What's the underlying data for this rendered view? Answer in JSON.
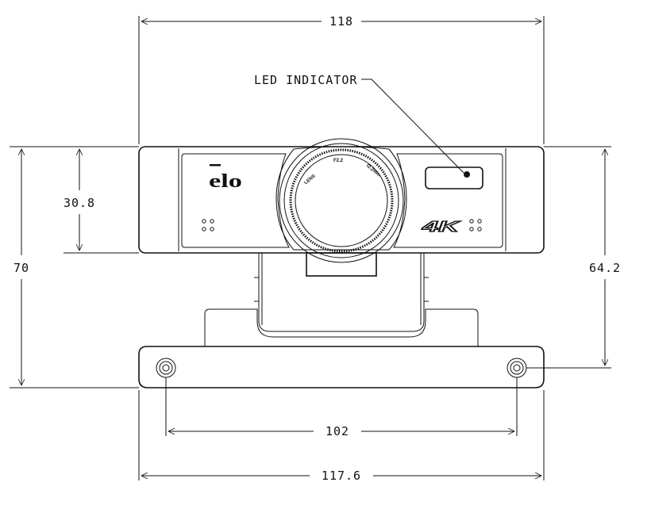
{
  "dimensions": {
    "overall_width": "118",
    "body_height": "30.8",
    "total_height": "70",
    "mount_height": "64.2",
    "hole_spacing": "102",
    "base_width": "117.6"
  },
  "callouts": {
    "led": "LED INDICATOR"
  },
  "product": {
    "logo": "elo",
    "resolution_badge": "4K",
    "lens_marks": [
      "LENS",
      "F2.2",
      "f2.2mm"
    ]
  }
}
